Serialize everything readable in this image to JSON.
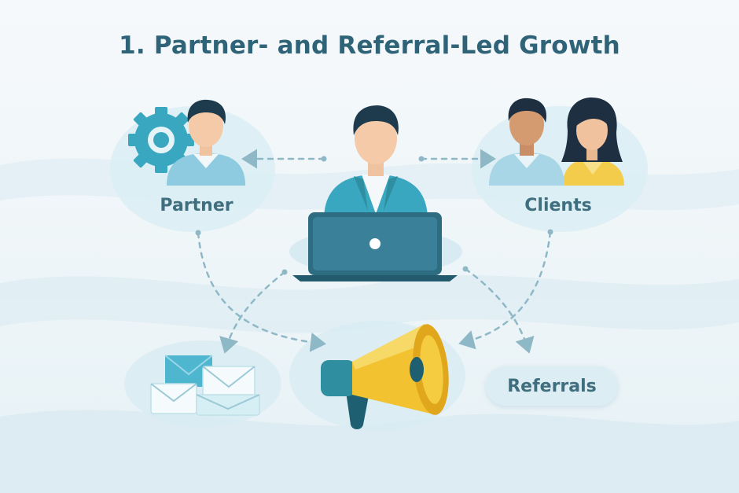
{
  "title": "1. Partner- and Referral-Led Growth",
  "nodes": {
    "partner": {
      "label": "Partner"
    },
    "clients": {
      "label": "Clients"
    },
    "referrals": {
      "label": "Referrals"
    }
  },
  "colors": {
    "title": "#2f6478",
    "label": "#3f6f7f",
    "teal": "#2f8fa0",
    "laptop": "#2e6c82",
    "megaphone": "#f2c230",
    "gear": "#3aa7c0",
    "envelope": "#4fb6cf",
    "arrow": "#8fb8c6"
  }
}
